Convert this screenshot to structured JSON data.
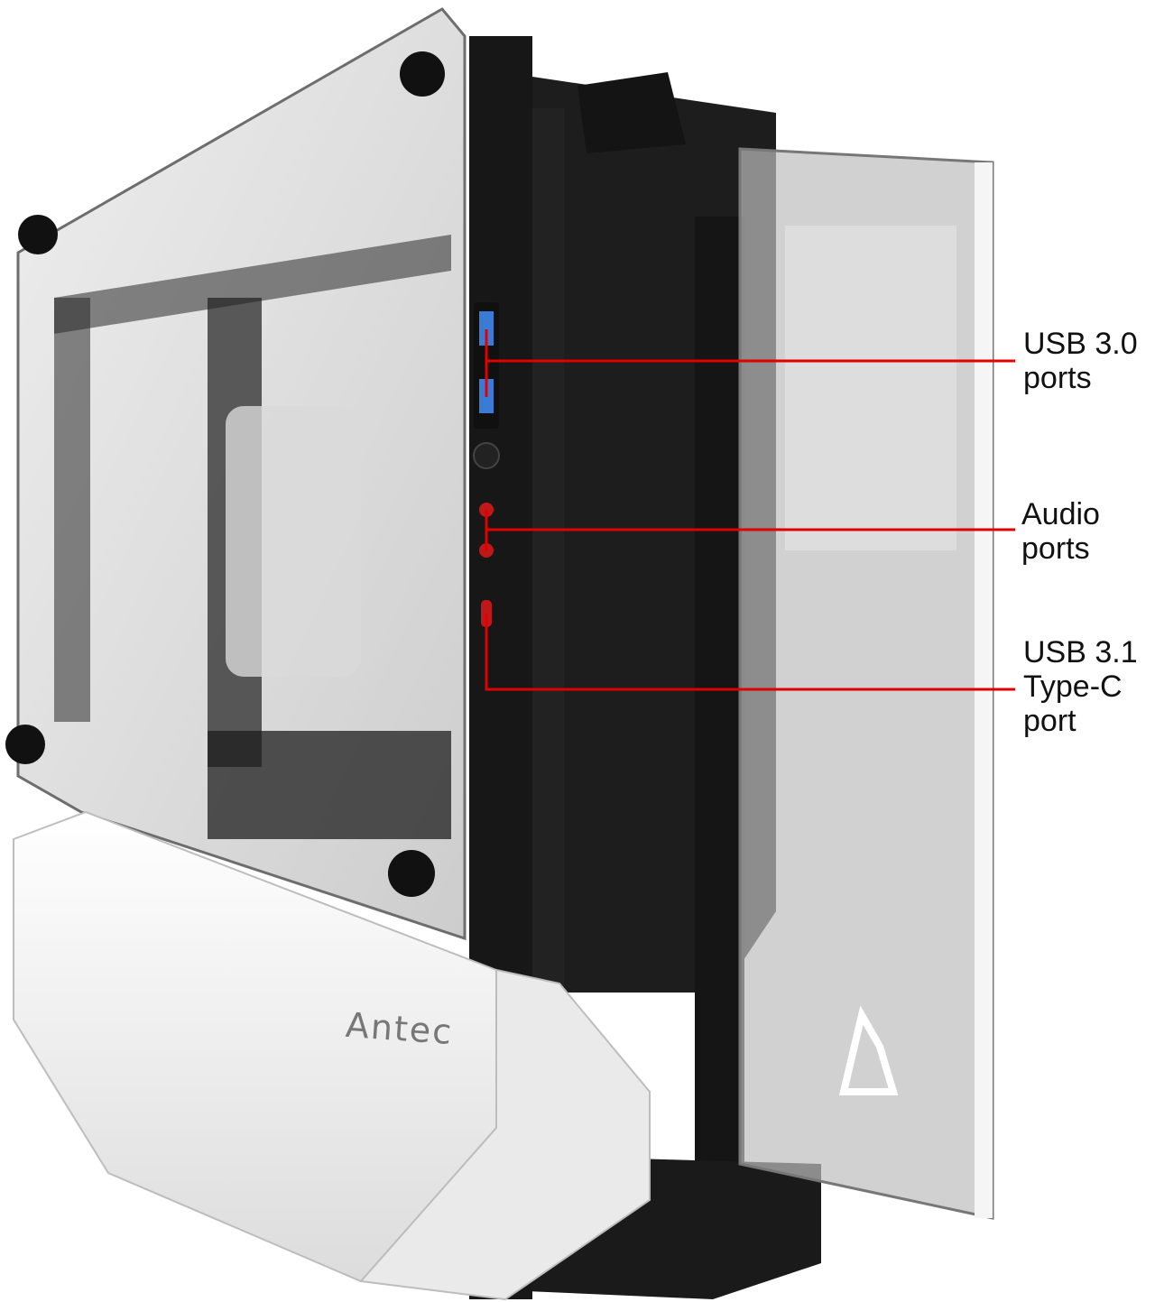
{
  "product": {
    "brand_text": "Antec",
    "colors": {
      "background": "#ffffff",
      "frame_black": "#1b1b1b",
      "shell_white": "#f3f3f3",
      "glass": "#cfcfcf",
      "usb_blue": "#3a7bd5",
      "callout_red": "#e00000",
      "label_text": "#111111"
    },
    "icon_names": [
      "antec-logo-icon",
      "power-button-icon"
    ]
  },
  "callouts": [
    {
      "line1": "USB 3.0",
      "line2": "ports",
      "line3": ""
    },
    {
      "line1": "Audio",
      "line2": "ports",
      "line3": ""
    },
    {
      "line1": "USB 3.1",
      "line2": "Type-C",
      "line3": "port"
    }
  ]
}
